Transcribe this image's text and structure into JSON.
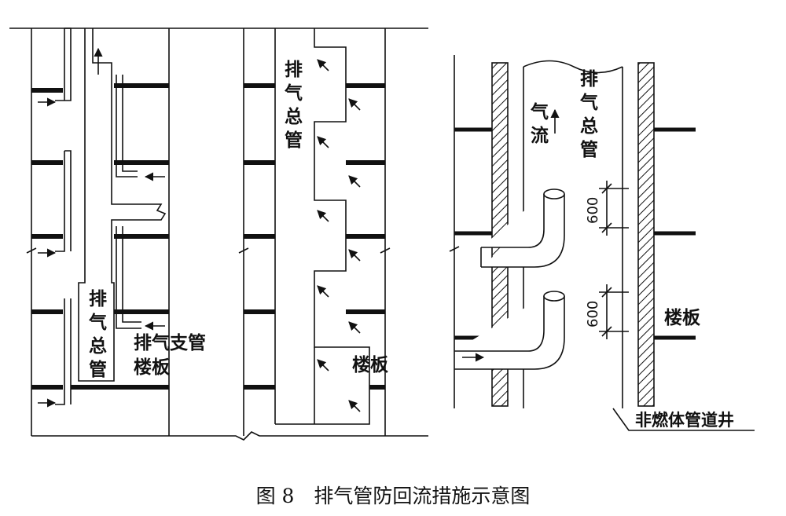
{
  "left_diagram": {
    "main_pipe_label": [
      "排",
      "气",
      "总",
      "管"
    ],
    "branch_pipe_label": "排气支管",
    "floor_slab_label": "楼板"
  },
  "middle_diagram": {
    "main_pipe_label": [
      "排",
      "气",
      "总",
      "管"
    ],
    "floor_slab_label": "楼板"
  },
  "right_diagram": {
    "main_pipe_label": [
      "排",
      "气",
      "总",
      "管"
    ],
    "airflow_label": [
      "气",
      "流"
    ],
    "dimension_1": "600",
    "dimension_2": "600",
    "floor_slab_label": "楼板",
    "shaft_label": "非燃体管道井"
  },
  "caption": "图 8　排气管防回流措施示意图"
}
